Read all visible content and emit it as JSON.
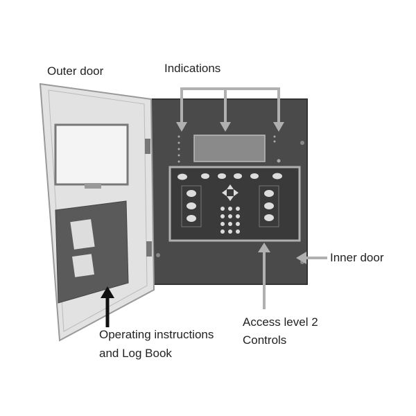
{
  "labels": {
    "outer_door": "Outer door",
    "indications": "Indications",
    "inner_door": "Inner door",
    "access_line1": "Access level 2",
    "access_line2": "Controls",
    "operating_line1": "Operating instructions",
    "operating_line2": "and Log Book"
  },
  "colors": {
    "callout_gray": "#b0b0b0",
    "panel_dark": "#4a4a4a",
    "door_light": "#e2e2e2",
    "arrow_black": "#111111"
  }
}
